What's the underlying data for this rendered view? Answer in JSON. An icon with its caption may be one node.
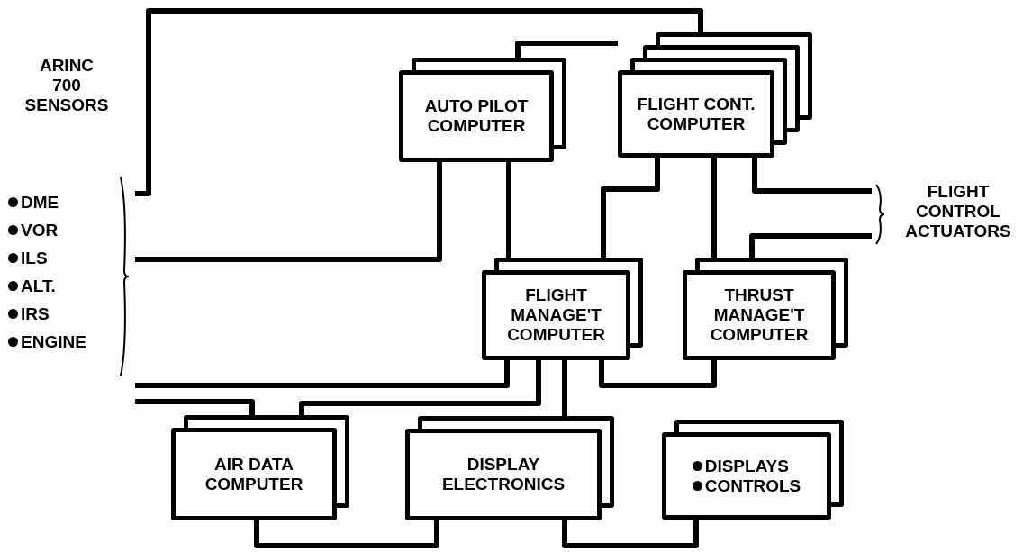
{
  "diagram": {
    "nodes": [
      {
        "text": [
          "ARINC 700 SENSORS",
          "DME",
          "VOR",
          "ILS",
          "ALT.",
          "IRS",
          "ENGINE"
        ]
      },
      {
        "text": [
          "AUTO PILOT COMPUTER"
        ]
      },
      {
        "text": [
          "FLIGHT CONT. COMPUTER"
        ]
      },
      {
        "text": [
          "FLIGHT CONTROL ACTUATORS"
        ]
      },
      {
        "text": [
          "FLIGHT MANAGE'T COMPUTER"
        ]
      },
      {
        "text": [
          "THRUST MANAGE'T COMPUTER"
        ]
      },
      {
        "text": [
          "AIR DATA COMPUTER"
        ]
      },
      {
        "text": [
          "DISPLAY ELECTRONICS"
        ]
      },
      {
        "text": [
          "DISPLAYS",
          "CONTROLS"
        ]
      }
    ],
    "edges": [
      {
        "from": 0,
        "to": 2,
        "arrow": "none"
      },
      {
        "from": 0,
        "to": 1,
        "arrow": "none"
      },
      {
        "from": 1,
        "to": 2,
        "arrow": "none"
      },
      {
        "from": 1,
        "to": 4,
        "arrow": "none"
      },
      {
        "from": 2,
        "to": 4,
        "arrow": "none"
      },
      {
        "from": 2,
        "to": 5,
        "arrow": "none"
      },
      {
        "from": 2,
        "to": 3,
        "arrow": "none"
      },
      {
        "from": 3,
        "to": 5,
        "arrow": "none"
      },
      {
        "from": 0,
        "to": 4,
        "arrow": "none"
      },
      {
        "from": 4,
        "to": 6,
        "arrow": "none"
      },
      {
        "from": 0,
        "to": 6,
        "arrow": "none"
      },
      {
        "from": 4,
        "to": 7,
        "arrow": "none"
      },
      {
        "from": 4,
        "to": 5,
        "arrow": "none"
      },
      {
        "from": 6,
        "to": 7,
        "arrow": "none"
      },
      {
        "from": 7,
        "to": 8,
        "arrow": "none"
      }
    ]
  }
}
